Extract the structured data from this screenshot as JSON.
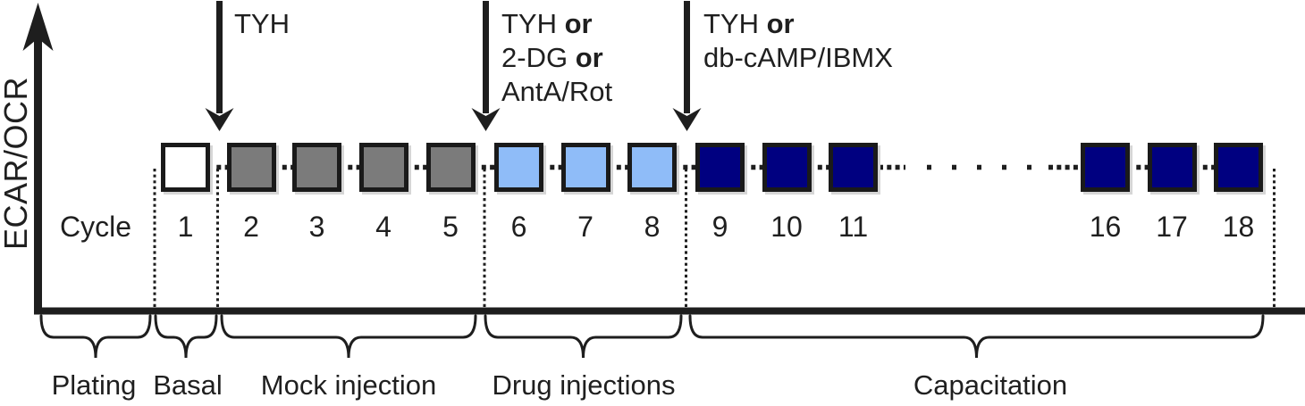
{
  "y_axis_label": "ECAR/OCR",
  "cycle_row_label": "Cycle",
  "group_colors": {
    "basal": "#ffffff",
    "mock": "#7b7b7b",
    "drug": "#8fbcf8",
    "capacitation": "#000080"
  },
  "square_border_color": "#1a1a1a",
  "line_color": "#1e1e1e",
  "cycles": [
    {
      "number": "1",
      "group": "basal"
    },
    {
      "number": "2",
      "group": "mock"
    },
    {
      "number": "3",
      "group": "mock"
    },
    {
      "number": "4",
      "group": "mock"
    },
    {
      "number": "5",
      "group": "mock"
    },
    {
      "number": "6",
      "group": "drug"
    },
    {
      "number": "7",
      "group": "drug"
    },
    {
      "number": "8",
      "group": "drug"
    },
    {
      "number": "9",
      "group": "capacitation"
    },
    {
      "number": "10",
      "group": "capacitation"
    },
    {
      "number": "11",
      "group": "capacitation"
    },
    {
      "number": "16",
      "group": "capacitation",
      "gap_before": true
    },
    {
      "number": "17",
      "group": "capacitation"
    },
    {
      "number": "18",
      "group": "capacitation"
    }
  ],
  "injections": [
    {
      "id": "injection-1",
      "label_lines": [
        [
          {
            "text": "TYH",
            "bold": false
          }
        ]
      ]
    },
    {
      "id": "injection-2",
      "label_lines": [
        [
          {
            "text": "TYH ",
            "bold": false
          },
          {
            "text": "or",
            "bold": true
          }
        ],
        [
          {
            "text": "2-DG ",
            "bold": false
          },
          {
            "text": "or",
            "bold": true
          }
        ],
        [
          {
            "text": "AntA/Rot",
            "bold": false
          }
        ]
      ]
    },
    {
      "id": "injection-3",
      "label_lines": [
        [
          {
            "text": "TYH ",
            "bold": false
          },
          {
            "text": "or",
            "bold": true
          }
        ],
        [
          {
            "text": "db-cAMP/IBMX",
            "bold": false
          }
        ]
      ]
    }
  ],
  "phases": [
    {
      "id": "plating",
      "label": "Plating"
    },
    {
      "id": "basal",
      "label": "Basal"
    },
    {
      "id": "mock-injection",
      "label": "Mock injection"
    },
    {
      "id": "drug-injections",
      "label": "Drug injections"
    },
    {
      "id": "capacitation",
      "label": "Capacitation"
    }
  ]
}
